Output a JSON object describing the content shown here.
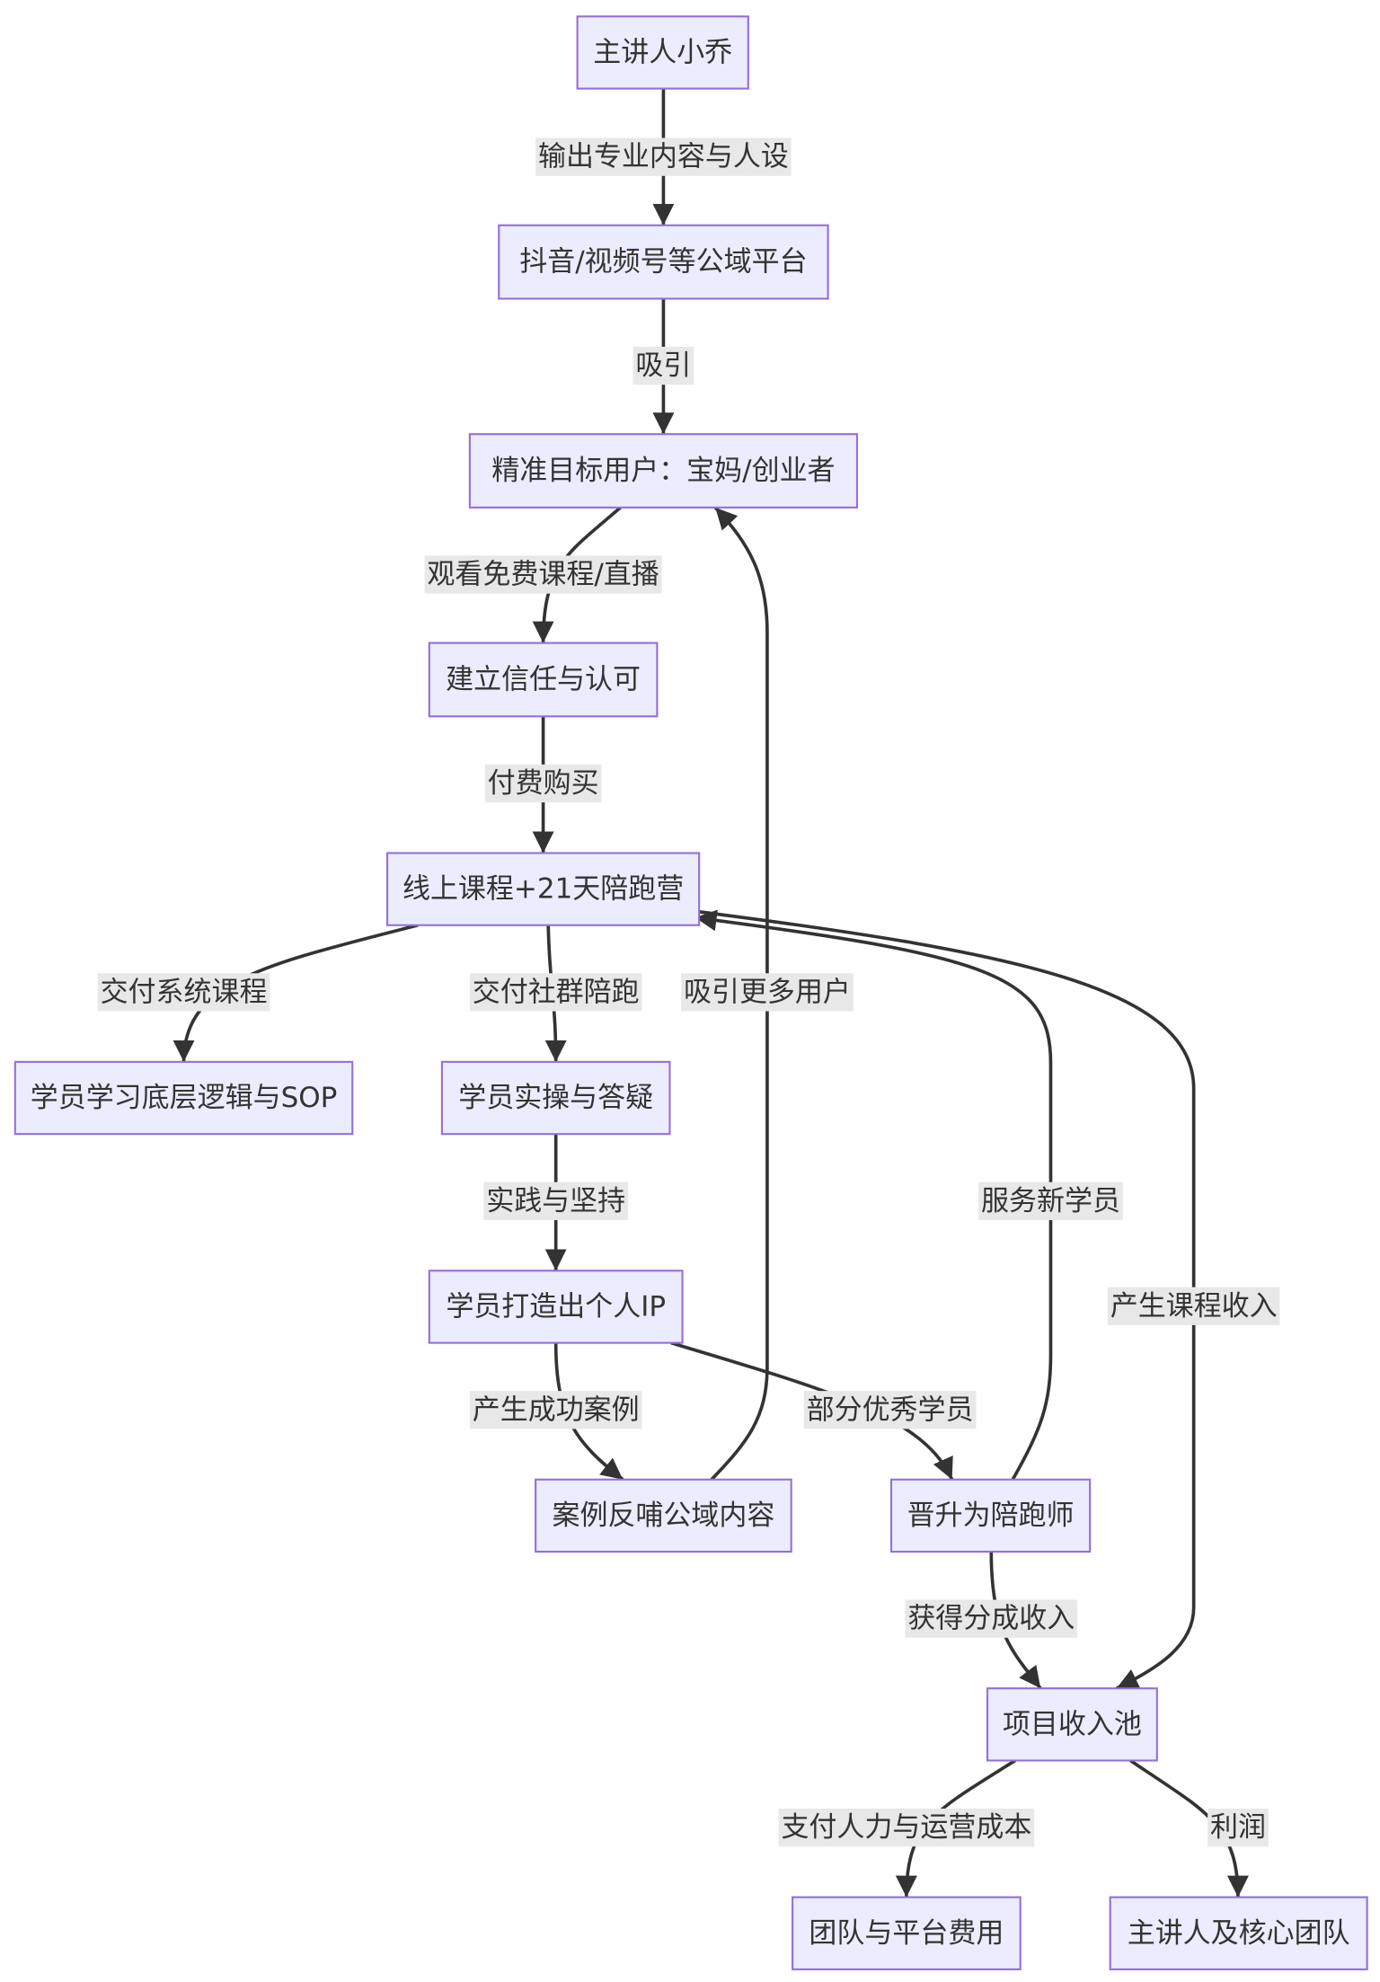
{
  "nodes": {
    "speaker": "主讲人小乔",
    "platform": "抖音/视频号等公域平台",
    "target_users": "精准目标用户：宝妈/创业者",
    "trust": "建立信任与认可",
    "course": "线上课程+21天陪跑营",
    "learn_sop": "学员学习底层逻辑与SOP",
    "practice": "学员实操与答疑",
    "personal_ip": "学员打造出个人IP",
    "case_feedback": "案例反哺公域内容",
    "coach": "晋升为陪跑师",
    "revenue_pool": "项目收入池",
    "team_platform_cost": "团队与平台费用",
    "core_team": "主讲人及核心团队"
  },
  "edges": {
    "speaker_to_platform": "输出专业内容与人设",
    "platform_to_users": "吸引",
    "users_to_trust": "观看免费课程/直播",
    "trust_to_course": "付费购买",
    "course_to_learn": "交付系统课程",
    "course_to_practice": "交付社群陪跑",
    "case_to_users": "吸引更多用户",
    "practice_to_ip": "实践与坚持",
    "coach_to_course": "服务新学员",
    "course_to_revenue": "产生课程收入",
    "ip_to_case": "产生成功案例",
    "ip_to_coach": "部分优秀学员",
    "coach_to_revenue": "获得分成收入",
    "revenue_to_cost": "支付人力与运营成本",
    "revenue_to_core": "利润"
  },
  "colors": {
    "node_fill": "#ECECFF",
    "node_stroke": "#9370DB",
    "edge": "#333333",
    "label_bg": "#E8E8E8",
    "text": "#333333",
    "background": "#FFFFFF"
  }
}
